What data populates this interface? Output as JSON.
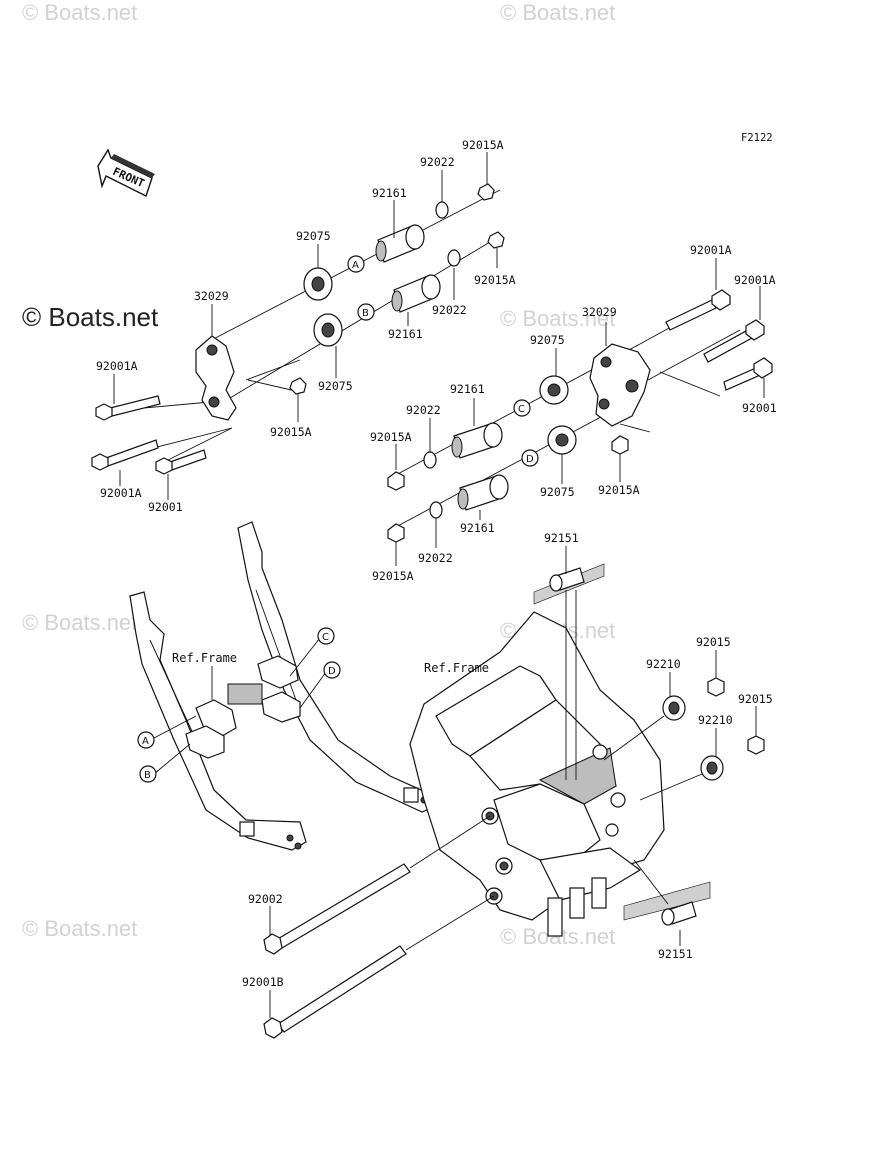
{
  "watermark": "© Boats.net",
  "diagram_code": "F2122",
  "front_label": "FRONT",
  "ref_frame_label": "Ref.Frame",
  "callouts": {
    "A": "A",
    "B": "B",
    "C": "C",
    "D": "D"
  },
  "part_labels": [
    {
      "id": "p1",
      "text": "92015A"
    },
    {
      "id": "p2",
      "text": "92022"
    },
    {
      "id": "p3",
      "text": "92161"
    },
    {
      "id": "p4",
      "text": "92075"
    },
    {
      "id": "p5",
      "text": "92015A"
    },
    {
      "id": "p6",
      "text": "32029"
    },
    {
      "id": "p7",
      "text": "92022"
    },
    {
      "id": "p8",
      "text": "92161"
    },
    {
      "id": "p9",
      "text": "92001A"
    },
    {
      "id": "p10",
      "text": "92075"
    },
    {
      "id": "p11",
      "text": "92015A"
    },
    {
      "id": "p12",
      "text": "92001A"
    },
    {
      "id": "p13",
      "text": "92001"
    },
    {
      "id": "p14",
      "text": "92001A"
    },
    {
      "id": "p15",
      "text": "92001A"
    },
    {
      "id": "p16",
      "text": "32029"
    },
    {
      "id": "p17",
      "text": "92075"
    },
    {
      "id": "p18",
      "text": "92161"
    },
    {
      "id": "p19",
      "text": "92022"
    },
    {
      "id": "p20",
      "text": "92001"
    },
    {
      "id": "p21",
      "text": "92015A"
    },
    {
      "id": "p22",
      "text": "92075"
    },
    {
      "id": "p23",
      "text": "92015A"
    },
    {
      "id": "p24",
      "text": "92161"
    },
    {
      "id": "p25",
      "text": "92022"
    },
    {
      "id": "p26",
      "text": "92015A"
    },
    {
      "id": "p27",
      "text": "92151"
    },
    {
      "id": "p28",
      "text": "92015"
    },
    {
      "id": "p29",
      "text": "92210"
    },
    {
      "id": "p30",
      "text": "92015"
    },
    {
      "id": "p31",
      "text": "92210"
    },
    {
      "id": "p32",
      "text": "92002"
    },
    {
      "id": "p33",
      "text": "92151"
    },
    {
      "id": "p34",
      "text": "92001B"
    }
  ]
}
